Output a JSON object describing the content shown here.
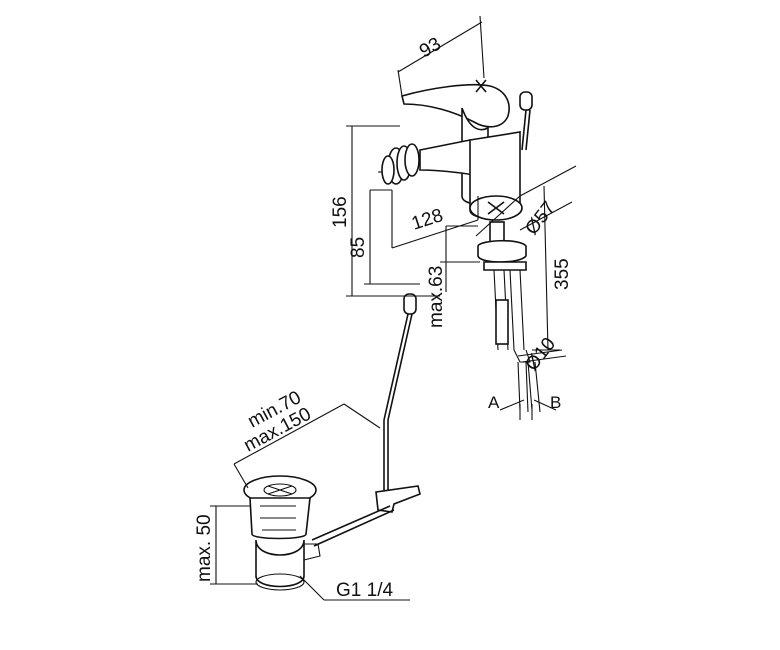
{
  "dimensions": {
    "spout_reach": "93",
    "overall_height": "156",
    "outlet_height": "85",
    "spout_length": "128",
    "base_diameter": "Ø57",
    "max_deck": "max.63",
    "hose_length": "355",
    "hose_diameter": "Ø10",
    "rod_min": "min.70",
    "rod_max": "max.150",
    "waste_height": "max. 50",
    "waste_thread": "G1 1/4"
  },
  "labels": {
    "connection_a": "A",
    "connection_b": "B"
  }
}
